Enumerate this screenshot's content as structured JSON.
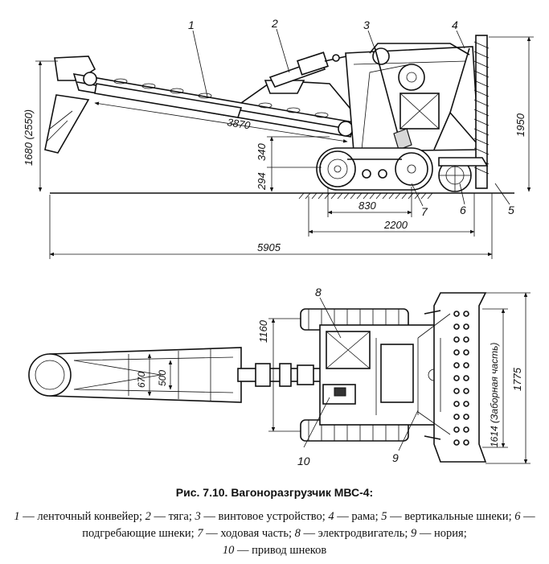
{
  "figure": {
    "title": "Рис. 7.10. Вагоноразгрузчик МВС-4:",
    "legend": [
      {
        "num": "1",
        "text": "— ленточный конвейер;"
      },
      {
        "num": "2",
        "text": "— тяга;"
      },
      {
        "num": "3",
        "text": "— винтовое устройство;"
      },
      {
        "num": "4",
        "text": "— рама;"
      },
      {
        "num": "5",
        "text": "— вертикальные шнеки;"
      },
      {
        "num": "6",
        "text": "— подгребающие шнеки;"
      },
      {
        "num": "7",
        "text": "— ходовая часть;"
      },
      {
        "num": "8",
        "text": "— электродвигатель;"
      },
      {
        "num": "9",
        "text": "— нория;"
      },
      {
        "num": "10",
        "text": "— привод шнеков"
      }
    ]
  },
  "side_view": {
    "callouts": [
      "1",
      "2",
      "3",
      "4",
      "5",
      "6",
      "7"
    ],
    "dimensions": {
      "conveyor_length": "3870",
      "height_left": "1680 (2550)",
      "height_right": "1950",
      "dim_340": "340",
      "dim_294": "294",
      "wheelbase": "830",
      "track_length": "2200",
      "overall_length": "5905"
    }
  },
  "plan_view": {
    "callouts": [
      "8",
      "9",
      "10"
    ],
    "dimensions": {
      "track_gauge": "1160",
      "belt_outer": "670",
      "belt_inner": "500",
      "overall_width": "1775",
      "fence_part": "1614 (Заборная часть)"
    }
  }
}
